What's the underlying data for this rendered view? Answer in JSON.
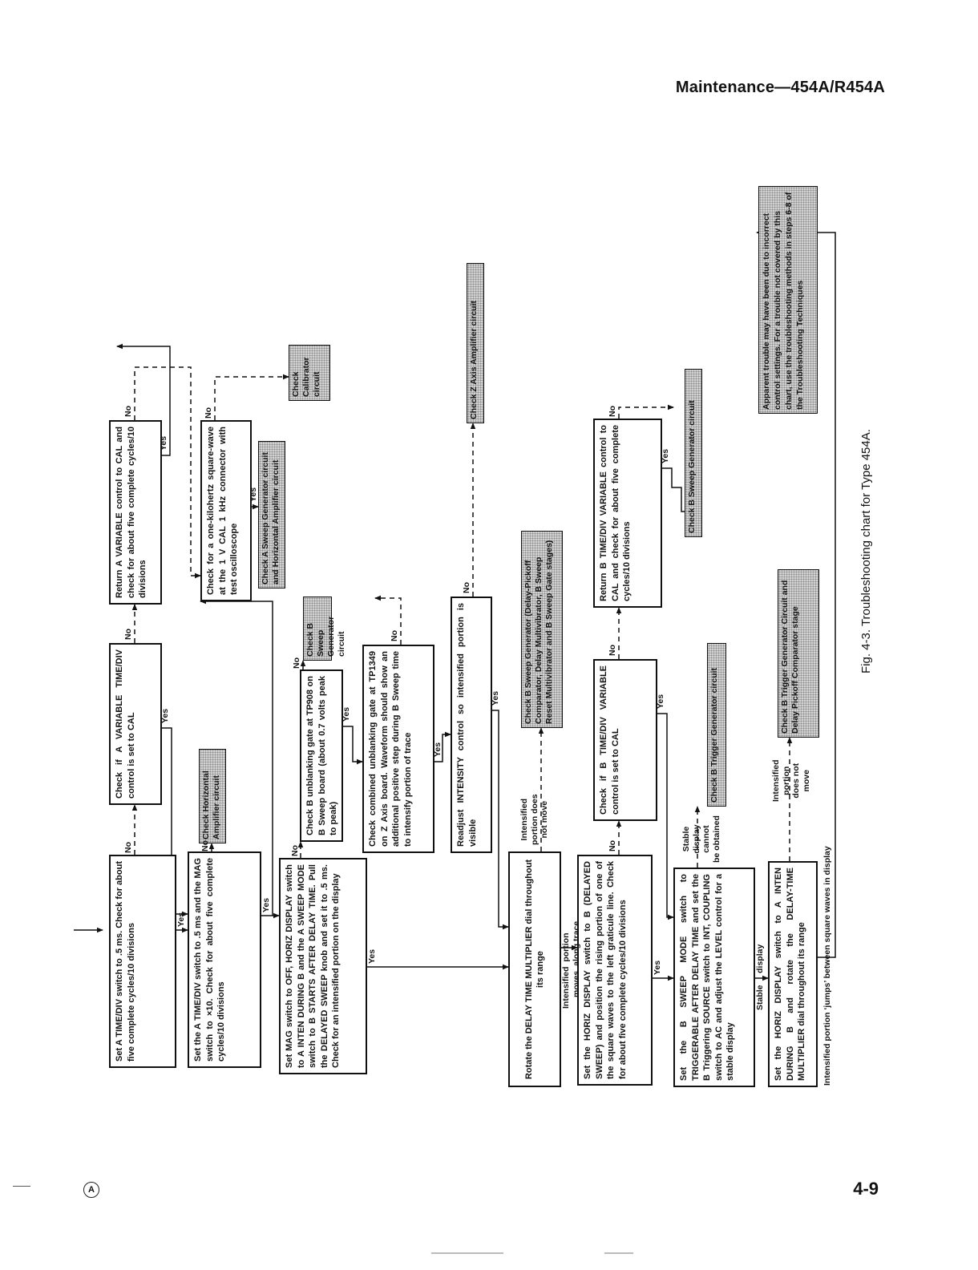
{
  "header": {
    "title": "Maintenance—454A/R454A"
  },
  "footer": {
    "page_number": "4-9",
    "revision_mark": "A"
  },
  "figure": {
    "caption": "Fig. 4-3. Troubleshooting chart for Type 454A."
  },
  "flowchart": {
    "steps": {
      "s1": "Set A TIME/DIV switch to .5 ms. Check for about five complete cycles/10 divisions",
      "s1a": "Check if A VARIABLE TIME/DIV control is set to CAL",
      "s1b": "Return A VARIABLE control to CAL and check for about five complete cycles/10 divisions",
      "s2": "Set the A TIME/DIV switch to .5 ms and the MAG switch to ×10. Check for about five complete cycles/10 divisions",
      "s2b": "Check for a one-kilohertz square-wave at the 1 V CAL 1 kHz connector with test oscilloscope",
      "s3": "Set MAG switch to OFF, HORIZ DISPLAY switch to A INTEN DURING B and the A SWEEP MODE switch to B STARTS AFTER DELAY TIME. Pull the DELAYED SWEEP knob and set it to .5 ms. Check for an intensified portion on the display",
      "s3a": "Check B unblanking gate at TP908 on B Sweep board (about 0.7 volts peak to peak)",
      "s3b": "Check combined unblanking gate at TP1349 on Z Axis board. Waveform should show an additional positive step during B Sweep time to intensify portion of trace",
      "s3c": "Readjust INTENSITY control so intensified portion is visible",
      "s4": "Rotate the DELAY TIME MULTIPLIER dial throughout its range",
      "s5": "Set the HORIZ DISPLAY switch to B (DELAYED SWEEP) and position the rising portion of one of the square waves to the left graticule line. Check for about five complete cycles/10 divisions",
      "s5a": "Check if B TIME/DIV VARIABLE control is set to CAL",
      "s5b": "Return B TIME/DIV VARIABLE control to CAL and check for about five complete cycles/10 divisions",
      "s6": "Set the B SWEEP MODE switch to TRIGGERABLE AFTER DELAY TIME and set the B Triggering SOURCE switch to INT, COUPLING switch to AC and adjust the LEVEL control for a stable display",
      "s7": "Set the HORIZ DISPLAY switch to A INTEN DURING B and rotate the DELAY-TIME MULTIPLIER dial throughout its range"
    },
    "results": {
      "r_horiz_amp": "Check Horizontal Amplifier circuit",
      "r_calibrator": "Check Calibrator circuit",
      "r_a_sweep_gen": "Check A Sweep Generator circuit and Horizontal Amplifier circuit",
      "r_b_sweep_gen_1": "Check B Sweep Generator circuit",
      "r_z_axis": "Check Z Axis Amplifier circuit",
      "r_b_sweep_stages": "Check B Sweep Generator (Delay-Pickoff Comparator, Delay Multivibrator, B Sweep Reset Multivibrator and B Sweep Gate stages)",
      "r_b_sweep_gen_2": "Check B Sweep Generator circuit",
      "r_b_trigger_gen": "Check B Trigger Generator circuit",
      "r_b_trigger_delay": "Check B Trigger Generator Circuit and Delay Pickoff Comparator stage",
      "r_apparent": "Apparent trouble may have been due to incorrect control settings. For a trouble not covered by this chart, use the troubleshooting methods in steps 6-8 of the Troubleshooting Techniques"
    },
    "labels": {
      "yes": "Yes",
      "no": "No",
      "int_moves_1": "Intensified",
      "int_moves_2": "portion",
      "int_moves_3": "moves",
      "int_moves_4": "along trace",
      "int_not_move_1": "Intensified",
      "int_not_move_2": "portion does",
      "int_not_move_3": "not move",
      "stable_display_1": "Stable",
      "stable_display_2": "display",
      "stable_cannot_1": "Stable",
      "stable_cannot_2": "display",
      "stable_cannot_3": "cannot",
      "stable_cannot_4": "be obtained",
      "int_not_move2_1": "Intensified",
      "int_not_move2_2": "portion",
      "int_not_move2_3": "does not",
      "int_not_move2_4": "move",
      "jumps": "Intensified portion ‘jumps’ between square waves in display"
    }
  }
}
